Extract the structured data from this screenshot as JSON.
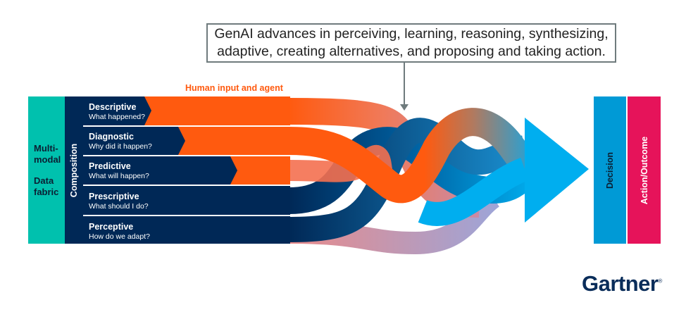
{
  "callout": {
    "line1": "GenAI advances in perceiving, learning, reasoning, synthesizing,",
    "line2": "adaptive, creating alternatives, and proposing and taking action."
  },
  "human_input_label": "Human input and agent",
  "left_panel": {
    "line1": "Multi-",
    "line2": "modal",
    "line3": "Data",
    "line4": "fabric"
  },
  "composition_label": "Composition",
  "rows": [
    {
      "title": "Descriptive",
      "subtitle": "What happened?",
      "human_input": true
    },
    {
      "title": "Diagnostic",
      "subtitle": "Why did it happen?",
      "human_input": true
    },
    {
      "title": "Predictive",
      "subtitle": "What will happen?",
      "human_input": true
    },
    {
      "title": "Prescriptive",
      "subtitle": "What should I do?",
      "human_input": false
    },
    {
      "title": "Perceptive",
      "subtitle": "How do we adapt?",
      "human_input": false
    }
  ],
  "outputs": {
    "decision": "Decision",
    "action": "Action/Outcome"
  },
  "logo": {
    "text": "Gartner",
    "mark": "®"
  },
  "colors": {
    "teal": "#00c1ae",
    "navy": "#002856",
    "orange": "#ff5a0f",
    "blue": "#009ad6",
    "light_blue": "#00aeef",
    "magenta": "#e6135a",
    "pink_fade": "#d98a9a",
    "gray": "#6f7b7d"
  }
}
